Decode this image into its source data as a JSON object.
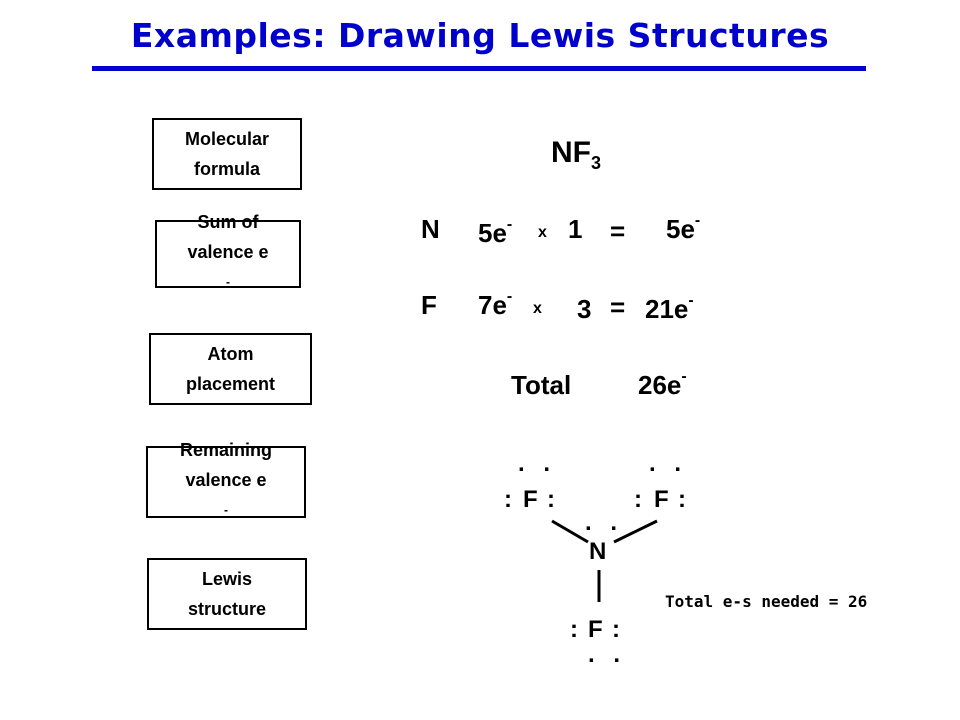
{
  "title": "Examples:  Drawing Lewis Structures",
  "accent_color": "#0000cc",
  "steps": [
    {
      "line1": "Molecular",
      "line2": "formula"
    },
    {
      "line1": "Sum of",
      "line2": "valence e",
      "sup": "-"
    },
    {
      "line1": "Atom",
      "line2": "placement"
    },
    {
      "line1": "Remaining",
      "line2": "valence e",
      "sup": "-"
    },
    {
      "line1": "Lewis",
      "line2": "structure"
    }
  ],
  "formula": {
    "base": "NF",
    "subscript": "3"
  },
  "calc": {
    "row1": {
      "atom": "N",
      "e_per_atom": "5e",
      "charge": "-",
      "times": "x",
      "count": "1",
      "equals": "=",
      "result": "5e",
      "result_charge": "-"
    },
    "row2": {
      "atom": "F",
      "e_per_atom": "7e",
      "charge": "-",
      "times": "x",
      "count": "3",
      "equals": "=",
      "result": "21e",
      "result_charge": "-"
    },
    "total": {
      "label": "Total",
      "value": "26e",
      "charge": "-"
    }
  },
  "structure": {
    "fluorine": "F",
    "nitrogen": "N",
    "colon": ":",
    "dot_pair": ". ."
  },
  "note": "Total e-s needed = 26"
}
